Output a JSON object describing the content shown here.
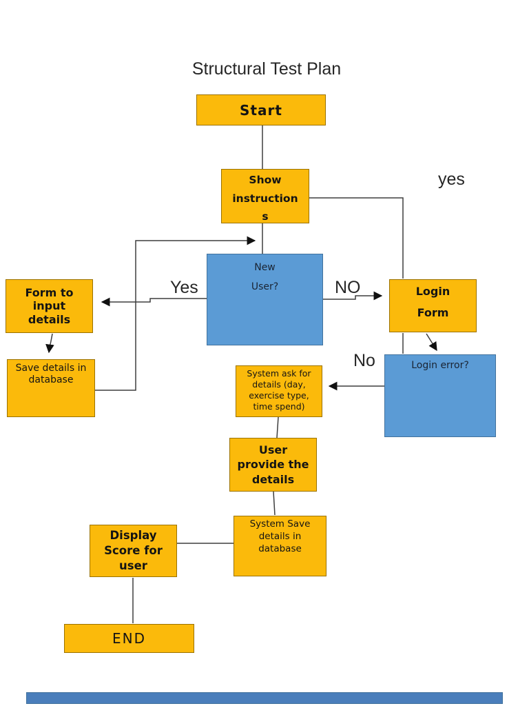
{
  "title": "Structural Test Plan",
  "nodes": {
    "start": {
      "label": "Start",
      "type": "process"
    },
    "show_instructions": {
      "label": "Show\ninstruction\ns",
      "type": "process"
    },
    "new_user": {
      "label": "New\nUser?",
      "type": "decision"
    },
    "login_form": {
      "label": "Login\nForm",
      "type": "process"
    },
    "form_to_input": {
      "label": "Form to\ninput\ndetails",
      "type": "process"
    },
    "save_details": {
      "label": "Save details in\ndatabase",
      "type": "process"
    },
    "login_error": {
      "label": "Login error?",
      "type": "decision"
    },
    "system_ask": {
      "label": "System ask for\ndetails (day,\nexercise type,\ntime spend)",
      "type": "process"
    },
    "user_provide": {
      "label": "User\nprovide the\ndetails",
      "type": "process"
    },
    "system_save": {
      "label": "System Save\ndetails in\ndatabase",
      "type": "process"
    },
    "display_score": {
      "label": "Display\nScore for\nuser",
      "type": "process"
    },
    "end": {
      "label": "END",
      "type": "process"
    }
  },
  "edge_labels": {
    "yes_top": "yes",
    "yes_left": "Yes",
    "no_right": "NO",
    "no_lower": "No"
  },
  "colors": {
    "process_fill": "#FBBA0B",
    "process_border": "#9A7100",
    "decision_fill": "#5B9BD5",
    "decision_border": "#41719C",
    "connector": "#3D3D3D",
    "bottom_bar": "#4A7EBB"
  }
}
